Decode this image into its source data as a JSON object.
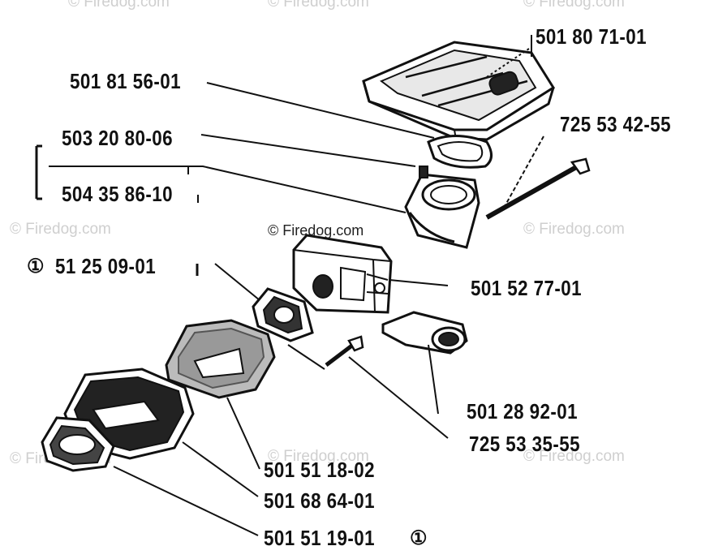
{
  "watermark": "© Firedog.com",
  "parts": {
    "p1": "501 80 71-01",
    "p2": "501 81 56-01",
    "p3": "725 53 42-55",
    "p4": "503 20 80-06",
    "p5": "504 35 86-10",
    "p6": "51 25 09-01",
    "p7": "501 52 77-01",
    "p8": "501 28 92-01",
    "p9": "725 53 35-55",
    "p10": "501 51 18-02",
    "p11": "501 68 64-01",
    "p12": "501 51 19-01"
  },
  "ref_symbol": "①"
}
